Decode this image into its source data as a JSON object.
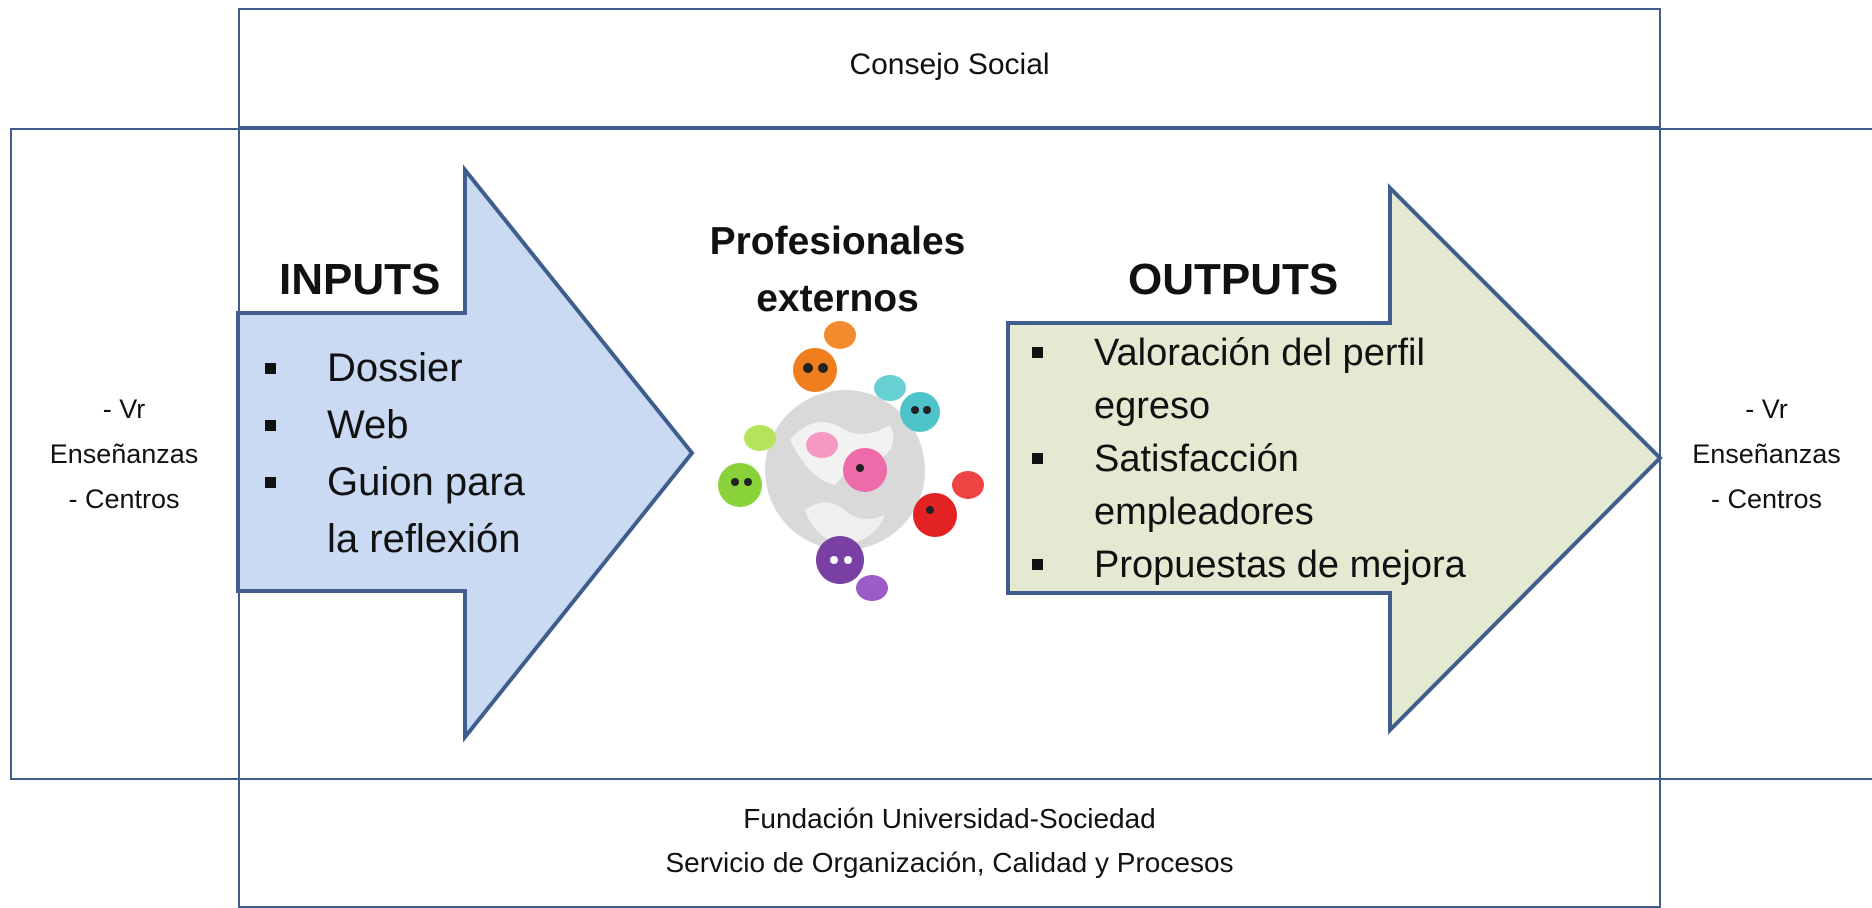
{
  "top_label": "Consejo Social",
  "bottom_label": {
    "line1": "Fundación Universidad-Sociedad",
    "line2": "Servicio de Organización, Calidad y Procesos"
  },
  "left_label": {
    "line1": "- Vr",
    "line2": "Enseñanzas",
    "line3": "- Centros"
  },
  "right_label": {
    "line1": "- Vr",
    "line2": "Enseñanzas",
    "line3": "- Centros"
  },
  "inputs": {
    "heading": "INPUTS",
    "items": [
      "Dossier",
      "Web",
      "Guion para",
      "la reflexión"
    ]
  },
  "center": {
    "title_line1": "Profesionales",
    "title_line2": "externos",
    "image_icon": "birds-around-globe-icon"
  },
  "outputs": {
    "heading": "OUTPUTS",
    "items": [
      {
        "line1": "Valoración del perfil",
        "line2": "egreso"
      },
      {
        "line1": "Satisfacción",
        "line2": "empleadores"
      },
      {
        "line1": "Propuestas de mejora"
      }
    ]
  },
  "colors": {
    "border": "#3f5e8e",
    "inputs_fill": "#c9daf2",
    "outputs_fill": "#e3ead1"
  }
}
